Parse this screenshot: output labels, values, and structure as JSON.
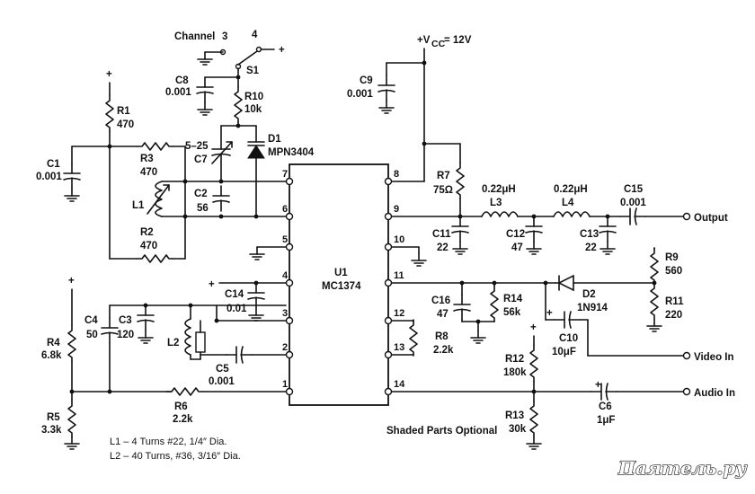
{
  "supply": "+V",
  "supply_sub": "CC",
  "supply_value": " = 12V",
  "ic": {
    "name": "U1",
    "part": "MC1374"
  },
  "pins": [
    "7",
    "6",
    "5",
    "4",
    "3",
    "2",
    "1",
    "8",
    "9",
    "10",
    "11",
    "12",
    "13",
    "14"
  ],
  "switch": {
    "label": "Channel",
    "pos3": "3",
    "pos4": "4",
    "name": "S1"
  },
  "components": {
    "R1": [
      "R1",
      "470"
    ],
    "R2": [
      "R2",
      "470"
    ],
    "R3": [
      "R3",
      "470"
    ],
    "R4": [
      "R4",
      "6.8k"
    ],
    "R5": [
      "R5",
      "3.3k"
    ],
    "R6": [
      "R6",
      "2.2k"
    ],
    "R7": [
      "R7",
      "75Ω"
    ],
    "R8": [
      "R8",
      "2.2k"
    ],
    "R9": [
      "R9",
      "560"
    ],
    "R10": [
      "R10",
      "10k"
    ],
    "R11": [
      "R11",
      "220"
    ],
    "R12": [
      "R12",
      "180k"
    ],
    "R13": [
      "R13",
      "30k"
    ],
    "R14": [
      "R14",
      "56k"
    ],
    "C1": [
      "C1",
      "0.001"
    ],
    "C2": [
      "C2",
      "56"
    ],
    "C3": [
      "C3",
      "120"
    ],
    "C4": [
      "C4",
      "50"
    ],
    "C5": [
      "C5",
      "0.001"
    ],
    "C6": [
      "C6",
      "1μF"
    ],
    "C7": [
      "5–25",
      "C7"
    ],
    "C8": [
      "C8",
      "0.001"
    ],
    "C9": [
      "C9",
      "0.001"
    ],
    "C10": [
      "C10",
      "10μF"
    ],
    "C11": [
      "C11",
      "22"
    ],
    "C12": [
      "C12",
      "47"
    ],
    "C13": [
      "C13",
      "22"
    ],
    "C14": [
      "C14",
      "0.01"
    ],
    "C15": [
      "C15",
      "0.001"
    ],
    "C16": [
      "C16",
      "47"
    ],
    "D1": [
      "D1",
      "MPN3404"
    ],
    "D2": [
      "D2",
      "1N914"
    ],
    "L1": [
      "L1"
    ],
    "L2": [
      "L2"
    ],
    "L3": [
      "0.22μH",
      "L3"
    ],
    "L4": [
      "0.22μH",
      "L4"
    ]
  },
  "terminals": {
    "output": "Output",
    "video": "Video In",
    "audio": "Audio In"
  },
  "notes": {
    "shaded": "Shaded Parts Optional",
    "l1": "L1 – 4 Turns #22, 1/4″ Dia.",
    "l2": "L2 – 40 Turns, #36, 3/16″ Dia."
  },
  "plus": "+",
  "watermark": "Паятель.ру"
}
